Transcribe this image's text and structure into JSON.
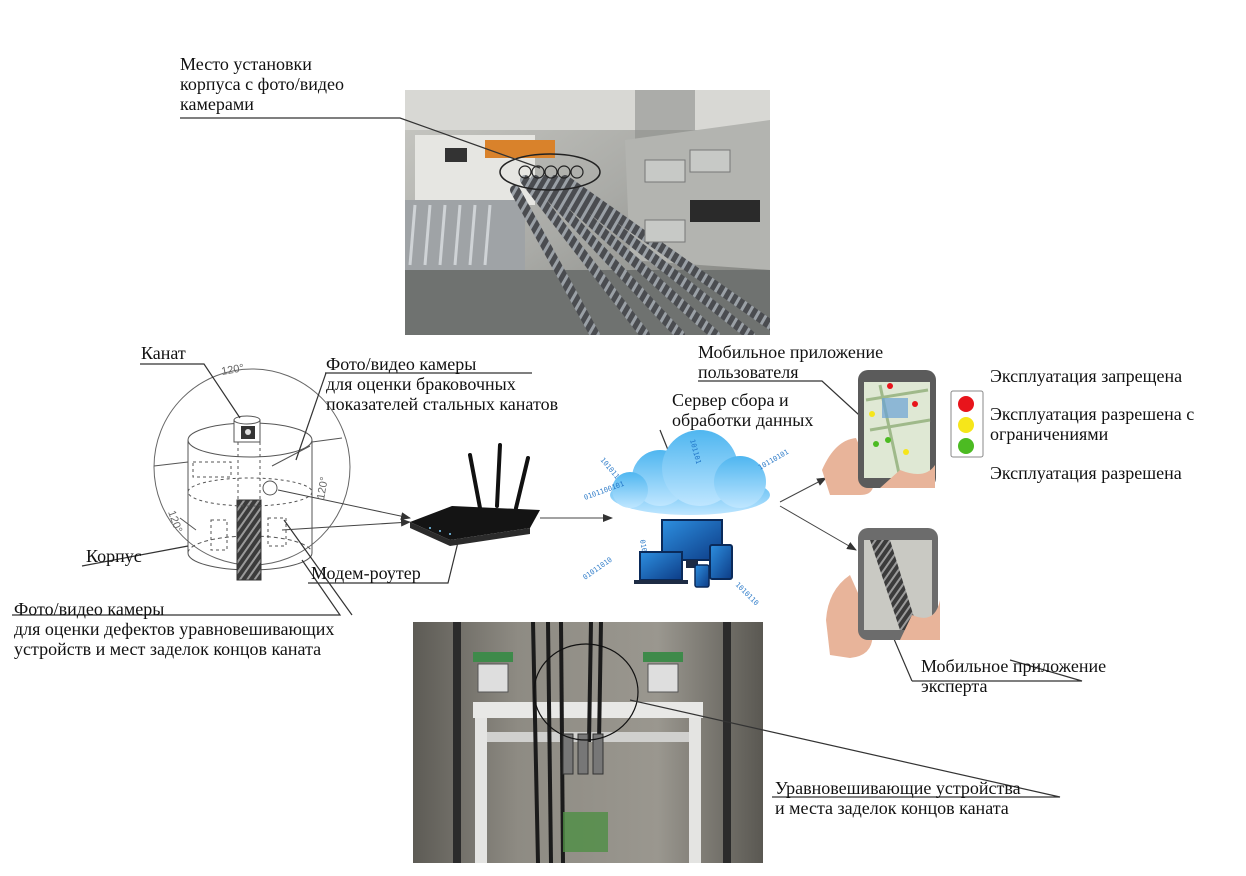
{
  "labels": {
    "camera_housing": [
      "Место установки",
      "корпуса с фото/видео",
      "камерами"
    ],
    "rope": "Канат",
    "rope_cameras": [
      "Фото/видео камеры",
      "для оценки браковочных",
      "показателей стальных канатов"
    ],
    "housing": "Корпус",
    "router": "Модем-роутер",
    "defect_cameras": [
      "Фото/видео камеры",
      "для оценки дефектов уравновешивающих",
      "устройств и мест заделок концов каната"
    ],
    "server": [
      "Сервер сбора и",
      "обработки данных"
    ],
    "user_app": [
      "Мобильное приложение",
      "пользователя"
    ],
    "expert_app": [
      "Мобильное приложение",
      "эксперта"
    ],
    "balancing": [
      "Уравновешивающие устройства",
      "и места заделок концов каната"
    ],
    "angle": "120°"
  },
  "status_legend": [
    {
      "text": [
        "Эксплуатация запрещена"
      ],
      "color": "#e8141b"
    },
    {
      "text": [
        "Эксплуатация разрешена с",
        "ограничениями"
      ],
      "color": "#f6e61a"
    },
    {
      "text": [
        "Эксплуатация разрешена"
      ],
      "color": "#4cbb22"
    }
  ]
}
